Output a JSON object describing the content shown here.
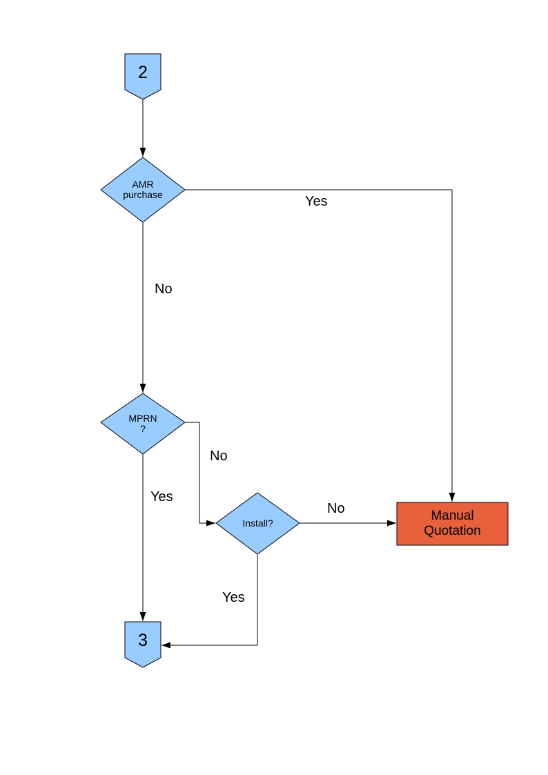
{
  "colors": {
    "page_background": "#ffffff",
    "shape_fill": "#99ccff",
    "shape_stroke": "#000000",
    "manual_quotation_fill": "#e8613c",
    "line_color": "#000000",
    "text_color": "#000000"
  },
  "nodes": {
    "connector_2": {
      "label": "2",
      "type": "off-page-connector"
    },
    "amr_purchase": {
      "line1": "AMR",
      "line2": "purchase",
      "type": "decision"
    },
    "mprn": {
      "line1": "MPRN",
      "line2": "?",
      "type": "decision"
    },
    "install": {
      "label": "Install?",
      "type": "decision"
    },
    "manual_quotation": {
      "line1": "Manual",
      "line2": "Quotation",
      "type": "process"
    },
    "connector_3": {
      "label": "3",
      "type": "off-page-connector"
    }
  },
  "edge_labels": {
    "amr_yes": "Yes",
    "amr_no": "No",
    "mprn_no": "No",
    "mprn_yes": "Yes",
    "install_no": "No",
    "install_yes": "Yes"
  }
}
